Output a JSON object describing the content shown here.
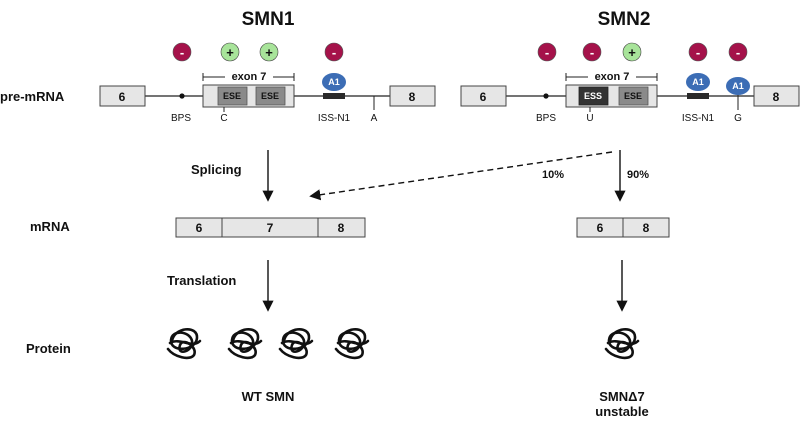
{
  "titles": {
    "left": "SMN1",
    "right": "SMN2"
  },
  "row_labels": {
    "pre_mrna": "pre-mRNA",
    "mrna": "mRNA",
    "protein": "Protein",
    "splicing": "Splicing",
    "translation": "Translation"
  },
  "exons": {
    "e6": "6",
    "e7": "7",
    "e8": "8"
  },
  "exon7_label": "exon 7",
  "elements": {
    "ese": "ESE",
    "ess": "ESS",
    "a1": "A1",
    "bps": "BPS",
    "iss": "ISS-N1"
  },
  "signs": {
    "neg": "-",
    "pos": "+"
  },
  "nucleotides": {
    "smn1_c": "C",
    "smn1_a": "A",
    "smn2_u": "U",
    "smn2_g": "G"
  },
  "percentages": {
    "minor": "10%",
    "major": "90%"
  },
  "captions": {
    "wt": "WT SMN",
    "delta": "SMNΔ7",
    "unstable": "unstable"
  },
  "colors": {
    "negative": "#a5124a",
    "positive": "#a8e49a",
    "a1": "#3c6db5",
    "ese": "#8a8a8a",
    "ess": "#333333",
    "exon": "#e6e6e6"
  }
}
